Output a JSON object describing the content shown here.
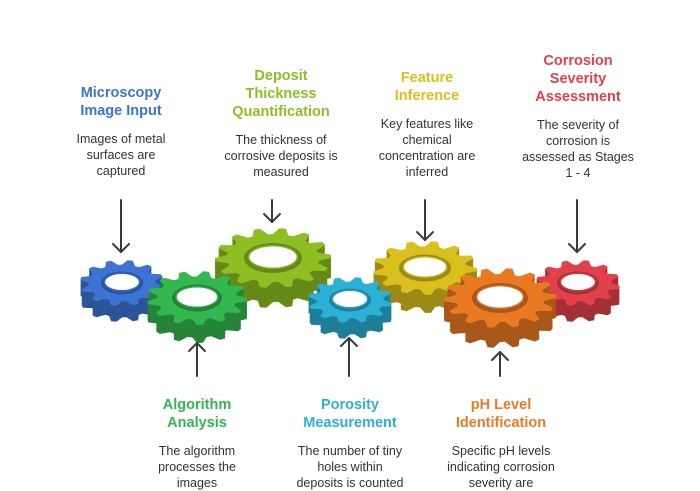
{
  "steps": [
    {
      "title": "Microscopy Image Input",
      "title_lines": [
        "Microscopy",
        "Image Input"
      ],
      "desc_lines": [
        "Images of metal",
        "surfaces are",
        "captured"
      ],
      "color": "#3d74d4"
    },
    {
      "title": "Deposit Thickness Quantification",
      "title_lines": [
        "Deposit",
        "Thickness",
        "Quantification"
      ],
      "desc_lines": [
        "The thickness of",
        "corrosive deposits is",
        "measured"
      ],
      "color": "#8dbf22"
    },
    {
      "title": "Feature Inference",
      "title_lines": [
        "Feature",
        "Inference"
      ],
      "desc_lines": [
        "Key features like",
        "chemical",
        "concentration are",
        "inferred"
      ],
      "color": "#d9c01c"
    },
    {
      "title": "Corrosion Severity Assessment",
      "title_lines": [
        "Corrosion",
        "Severity",
        "Assessment"
      ],
      "desc_lines": [
        "The severity of",
        "corrosion is",
        "assessed as Stages",
        "1 - 4"
      ],
      "color": "#e2414c"
    },
    {
      "title": "Algorithm Analysis",
      "title_lines": [
        "Algorithm",
        "Analysis"
      ],
      "desc_lines": [
        "The algorithm",
        "processes the",
        "images"
      ],
      "color": "#33b84f"
    },
    {
      "title": "Porosity Measurement",
      "title_lines": [
        "Porosity",
        "Measurement"
      ],
      "desc_lines": [
        "The number of tiny",
        "holes within",
        "deposits is counted"
      ],
      "color": "#2bb0d6"
    },
    {
      "title": "pH Level Identification",
      "title_lines": [
        "pH Level",
        "Identification"
      ],
      "desc_lines": [
        "Specific pH levels",
        "indicating corrosion",
        "severity are"
      ],
      "color": "#ea7a22"
    }
  ],
  "gear_colors": {
    "blue": "#3d74d4",
    "green": "#33b84f",
    "lime": "#8dbf22",
    "cyan": "#2bb0d6",
    "yellow": "#d9c01c",
    "orange": "#ea7a22",
    "red": "#e2414c"
  },
  "arrow_color": "#3a3a3a"
}
